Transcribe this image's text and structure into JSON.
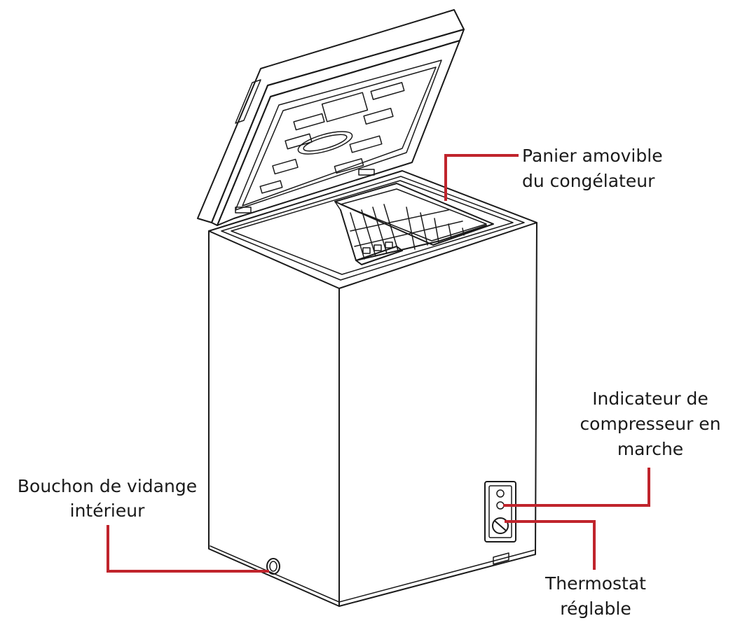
{
  "colors": {
    "leader": "#c0242c",
    "outline": "#1a1a1a",
    "background": "#ffffff"
  },
  "labels": {
    "basket": {
      "line1": "Panier amovible",
      "line2": "du congélateur"
    },
    "indicator": {
      "line1": "Indicateur de",
      "line2": "compresseur en",
      "line3": "marche"
    },
    "drain": {
      "line1": "Bouchon de vidange",
      "line2": "intérieur"
    },
    "thermostat": {
      "line1": "Thermostat",
      "line2": "réglable"
    }
  }
}
